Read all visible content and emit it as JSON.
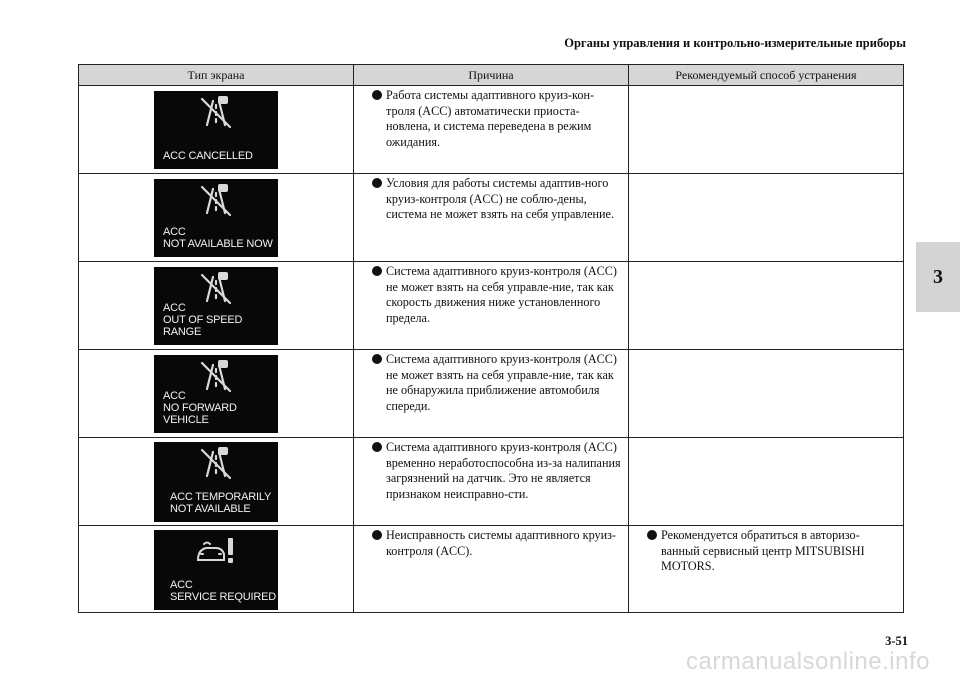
{
  "header": {
    "title": "Органы управления и контрольно-измерительные приборы"
  },
  "chapter_tab": "3",
  "table": {
    "columns": [
      "Тип экрана",
      "Причина",
      "Рекомендуемый способ устранения"
    ],
    "rows": [
      {
        "screen_text": "ACC  CANCELLED",
        "icon": "acc-off-icon",
        "cause": "Работа системы адаптивного круиз-кон-троля (ACC) автоматически приоста-новлена, и система переведена в режим ожидания.",
        "remedy": ""
      },
      {
        "screen_text": "ACC\nNOT AVAILABLE NOW",
        "icon": "acc-off-icon",
        "cause": "Условия для работы системы адаптив-ного круиз-контроля (ACC) не соблю-дены, система не может взять на себя управление.",
        "remedy": ""
      },
      {
        "screen_text": "ACC\nOUT OF SPEED RANGE",
        "icon": "acc-off-icon",
        "cause": "Система адаптивного круиз-контроля (ACC) не может взять на себя управле-ние, так как скорость движения ниже установленного предела.",
        "remedy": ""
      },
      {
        "screen_text": "ACC\nNO FORWARD VEHICLE",
        "icon": "acc-off-icon",
        "cause": "Система адаптивного круиз-контроля (ACC) не может взять на себя управле-ние, так как не обнаружила приближение автомобиля спереди.",
        "remedy": ""
      },
      {
        "screen_text": "ACC  TEMPORARILY\nNOT AVAILABLE",
        "icon": "acc-off-icon",
        "cause": "Система адаптивного круиз-контроля (ACC) временно неработоспособна из-за налипания загрязнений на датчик. Это не является признаком неисправно-сти.",
        "remedy": ""
      },
      {
        "screen_text": "ACC\nSERVICE REQUIRED",
        "icon": "acc-warning-icon",
        "cause": "Неисправность системы адаптивного круиз-контроля (ACC).",
        "remedy": "Рекомендуется обратиться в авторизо-ванный сервисный центр MITSUBISHI MOTORS."
      }
    ]
  },
  "page_number": "3-51",
  "watermark": "carmanualsonline.info"
}
